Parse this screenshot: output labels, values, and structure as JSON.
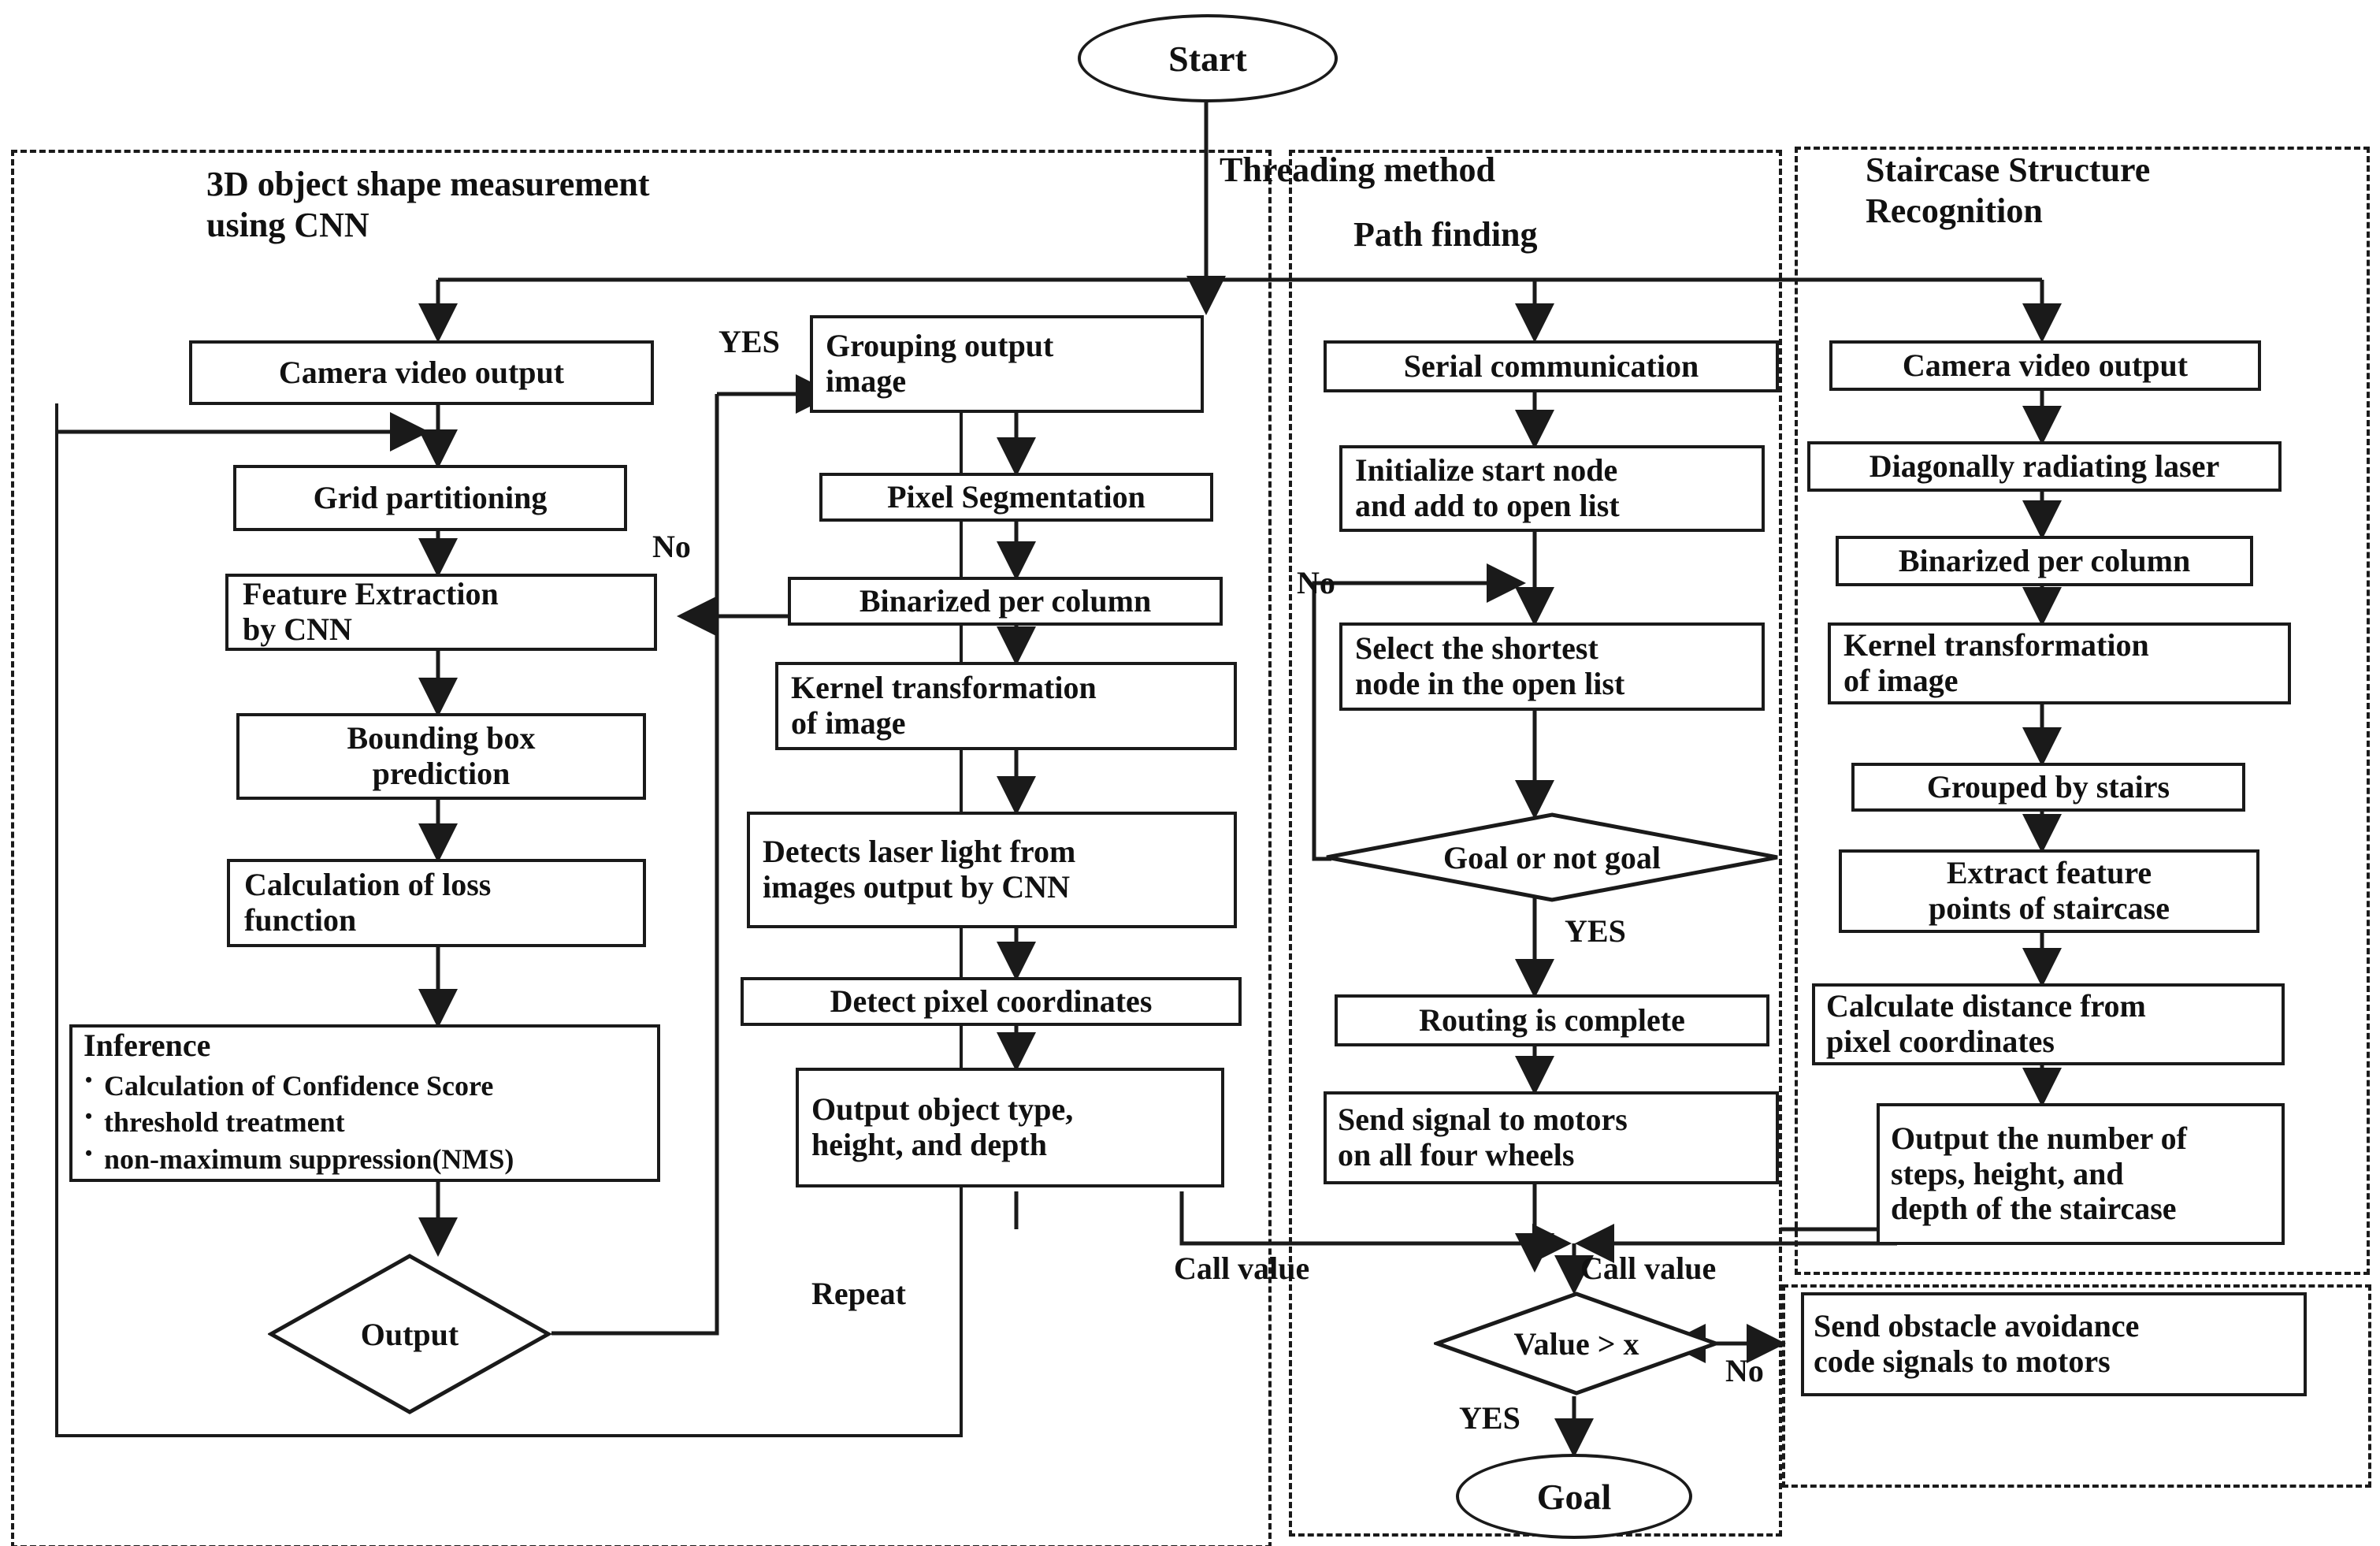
{
  "diagram": {
    "start_label": "Start",
    "goal_label": "Goal",
    "titles": {
      "left": "3D object shape measurement\nusing CNN",
      "center_top": "Threading method",
      "center": "Path finding",
      "right": "Staircase Structure\nRecognition"
    },
    "edge_labels": {
      "yes_grouping": "YES",
      "no_left": "No",
      "no_pathfinding": "No",
      "yes_goal": "YES",
      "yes_value": "YES",
      "no_value": "No",
      "repeat": "Repeat",
      "call_value_left": "Call value",
      "call_value_right": "Call value"
    },
    "left_column": {
      "nodes": [
        "Camera video output",
        "Grid partitioning",
        "Feature Extraction\nby CNN",
        "Bounding box\nprediction",
        "Calculation of loss\nfunction"
      ],
      "inference": {
        "heading": "Inference",
        "items": [
          "Calculation of Confidence Score",
          "threshold treatment",
          "non-maximum suppression(NMS)"
        ]
      },
      "decision": "Output"
    },
    "center_column": {
      "nodes": [
        "Grouping output\nimage",
        "Pixel Segmentation",
        "Binarized per column",
        "Kernel transformation\nof image",
        "Detects laser light from\nimages output by CNN",
        "Detect pixel coordinates",
        "Output object type,\nheight, and depth"
      ]
    },
    "pathfinding_column": {
      "nodes": [
        "Serial communication",
        "Initialize start node\nand add to open list",
        "Select the shortest\nnode in the open list"
      ],
      "decision": "Goal or not goal",
      "after": [
        "Routing is complete",
        "Send signal to motors\non all four wheels"
      ]
    },
    "right_column": {
      "nodes": [
        "Camera video output",
        "Diagonally radiating laser",
        "Binarized per column",
        "Kernel transformation\nof image",
        "Grouped by stairs",
        "Extract feature\npoints of staircase",
        "Calculate distance from\npixel coordinates",
        "Output the number of\nsteps, height, and\ndepth of the staircase"
      ]
    },
    "bottom": {
      "decision": "Value > x",
      "avoidance_node": "Send obstacle avoidance\ncode signals to motors"
    },
    "colors": {
      "stroke": "#1a1a1a",
      "background": "#ffffff"
    }
  }
}
